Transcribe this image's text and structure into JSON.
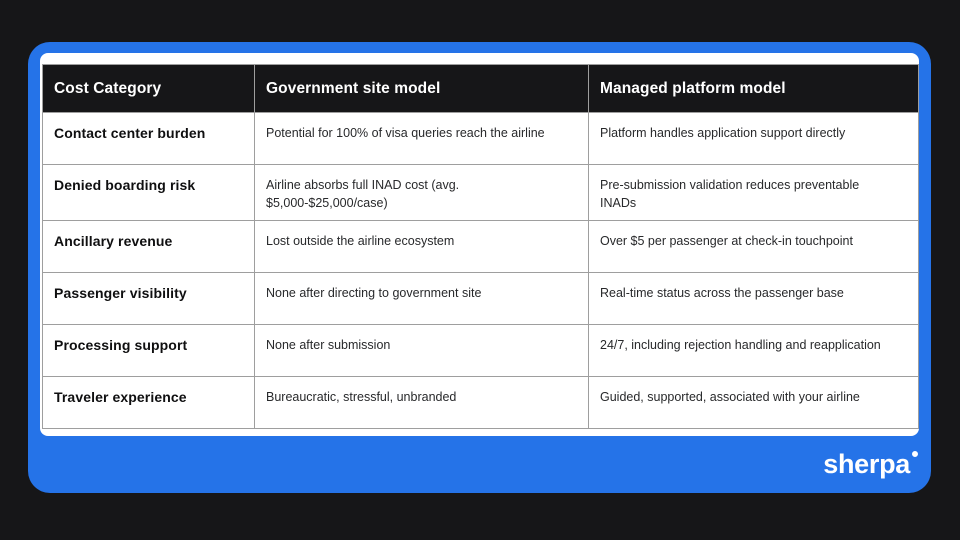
{
  "slide": {
    "table": {
      "columns": [
        {
          "label": "Cost Category"
        },
        {
          "label": "Government site model"
        },
        {
          "label": "Managed platform model"
        }
      ],
      "rows": [
        {
          "category": "Contact center burden",
          "government": "Potential for 100% of visa queries reach the airline",
          "managed": "Platform handles application support directly"
        },
        {
          "category": "Denied boarding risk",
          "government": "Airline absorbs full INAD cost (avg. $5,000-$25,000/case)",
          "managed": "Pre-submission validation reduces preventable INADs"
        },
        {
          "category": "Ancillary revenue",
          "government": "Lost outside the airline ecosystem",
          "managed": "Over $5 per passenger at check-in touchpoint"
        },
        {
          "category": "Passenger visibility",
          "government": "None after directing to government site",
          "managed": "Real-time status across the passenger base"
        },
        {
          "category": "Processing support",
          "government": "None after submission",
          "managed": "24/7, including rejection handling and reapplication"
        },
        {
          "category": "Traveler experience",
          "government": "Bureaucratic, stressful, unbranded",
          "managed": "Guided, supported, associated with your airline"
        }
      ]
    },
    "footer": {
      "logo_text": "sherpa"
    },
    "colors": {
      "accent_blue": "#2573e8",
      "canvas_black": "#161618",
      "header_black": "#161618",
      "border_gray": "#9e9e9e",
      "card_white": "#ffffff"
    }
  }
}
